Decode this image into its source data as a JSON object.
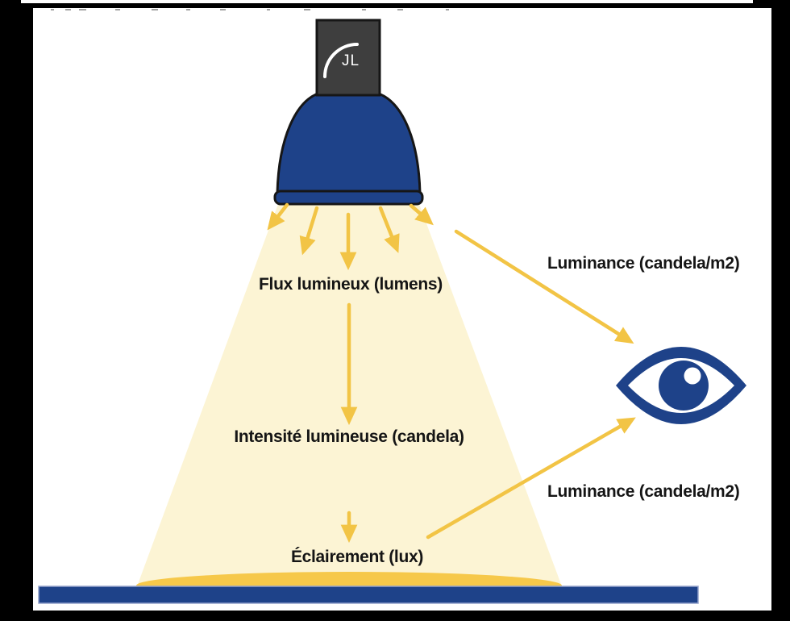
{
  "diagram": {
    "title_semantic": "photometry-units-diagram",
    "lamp": {
      "logo_text": "JL",
      "fixture_name": "lamp-icon"
    },
    "labels": {
      "flux": "Flux lumineux (lumens)",
      "intensite": "Intensité lumineuse (candela)",
      "eclairement": "Éclairement (lux)",
      "luminance_top": "Luminance (candela/m2)",
      "luminance_bottom": "Luminance (candela/m2)"
    },
    "icons": [
      {
        "name": "lamp-icon",
        "meaning": "light fixture emitting luminous flux"
      },
      {
        "name": "eye-icon",
        "meaning": "observer eye receiving luminance"
      },
      {
        "name": "arrow-icon",
        "meaning": "direction of light / relation"
      }
    ],
    "colors": {
      "navy": "#1e4289",
      "gold": "#f2c445",
      "beam": "#fcf4d4",
      "pool": "#f6c84a",
      "box_gray": "#3e3e3e",
      "outline": "#161616",
      "text": "#151515",
      "floor_stroke": "#93a2cc",
      "white": "#ffffff"
    }
  }
}
